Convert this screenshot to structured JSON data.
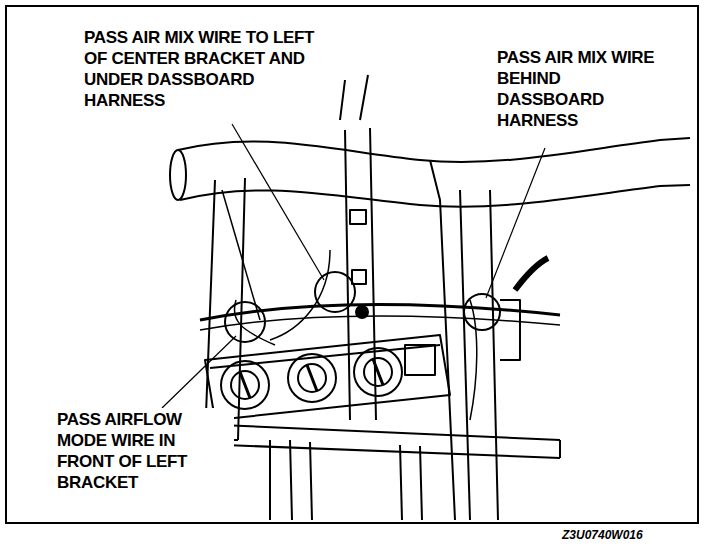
{
  "diagram": {
    "labels": [
      "PASS AIR MIX WIRE TO LEFT OF CENTER BRACKET AND UNDER DASSBOARD HARNESS",
      "PASS AIR MIX WIRE BEHIND DASSBOARD HARNESS",
      "PASS AIRFLOW MODE WIRE IN FRONT OF LEFT BRACKET",
      "Z3U0740W016"
    ]
  }
}
